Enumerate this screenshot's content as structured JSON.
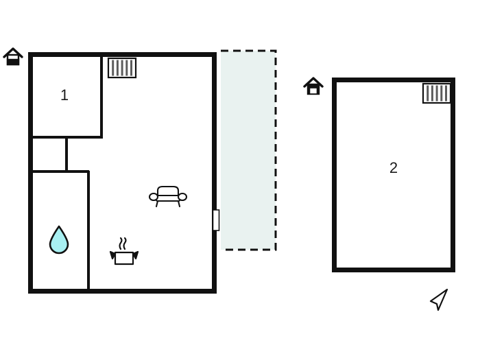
{
  "plan": {
    "title": "Floor plan",
    "background_color": "#ffffff",
    "wall_color": "#111111",
    "interior_color": "#ffffff",
    "terrace_fill": "#e9f2f0",
    "terrace_stroke": "#111111",
    "water_drop_fill": "#a8f0f2",
    "icon_stroke": "#111111"
  },
  "buildings": [
    {
      "id": "building-1",
      "label": "1",
      "label_name": "room-number-1",
      "entrance_icon": "house-entrance-icon",
      "rooms": [
        {
          "name": "room-1",
          "label": "1"
        },
        {
          "name": "room-hall",
          "label": ""
        },
        {
          "name": "room-bathroom",
          "label": ""
        },
        {
          "name": "room-living",
          "label": ""
        }
      ],
      "features": [
        "radiator-icon",
        "sofa-icon",
        "water-drop-icon",
        "cooking-pot-icon",
        "door-opening"
      ]
    },
    {
      "id": "building-2",
      "label": "2",
      "label_name": "room-number-2",
      "entrance_icon": "house-entrance-icon",
      "rooms": [
        {
          "name": "room-2",
          "label": "2"
        }
      ],
      "features": [
        "radiator-icon"
      ]
    }
  ],
  "annotations": {
    "terrace_label": "",
    "north_arrow": "north-arrow-icon"
  },
  "labels": {
    "building_one": "1",
    "building_two": "2"
  }
}
